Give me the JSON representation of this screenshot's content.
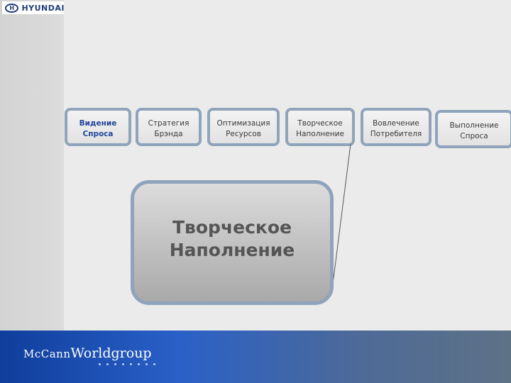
{
  "logo": {
    "emblem": "H",
    "text": "HYUNDAI"
  },
  "steps": [
    {
      "line1": "Видение",
      "line2": "Спроса"
    },
    {
      "line1": "Стратегия",
      "line2": "Брэнда"
    },
    {
      "line1": "Оптимизация",
      "line2": "Ресурсов"
    },
    {
      "line1": "Творческое",
      "line2": "Наполнение"
    },
    {
      "line1": "Вовлечение",
      "line2": "Потребителя"
    },
    {
      "line1": "Выполнение",
      "line2": "Спроса"
    }
  ],
  "detail": {
    "line1": "Творческое",
    "line2": "Наполнение"
  },
  "footer": {
    "brand_mccann": "McCann",
    "brand_world": "Worldgroup"
  },
  "colors": {
    "active_text": "#23459a",
    "box_border": "#8fa4bb",
    "footer_blue": "#2a60c8"
  }
}
